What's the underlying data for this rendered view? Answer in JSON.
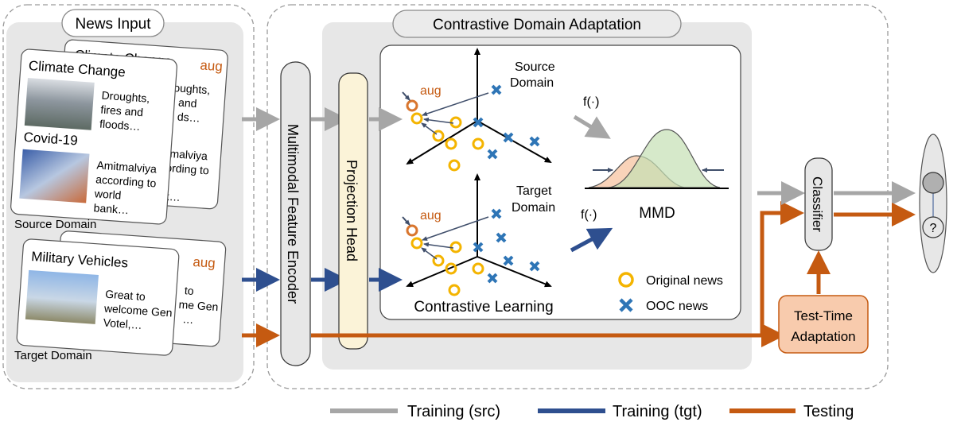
{
  "news_input": {
    "title": "News Input",
    "source_domain_label": "Source Domain",
    "target_domain_label": "Target Domain",
    "cards": {
      "climate_back_title": "Climate Change",
      "climate_back_tag": "aug",
      "climate_back_lines": [
        "oughts,",
        "and",
        "ds…"
      ],
      "climate_front_title": "Climate Change",
      "climate_front_lines": [
        "Droughts,",
        "fires and",
        "floods…"
      ],
      "covid_title": "Covid-19",
      "covid_lines": [
        "Amitmalviya",
        "according to",
        "world",
        "bank…"
      ],
      "covid_back_lines": [
        "tmalviya",
        "ording to",
        "",
        "k…"
      ],
      "military_front_title": "Military Vehicles",
      "military_front_lines": [
        "Great to",
        "welcome Gen",
        "Votel,…"
      ],
      "military_back_tag": "aug",
      "military_back_lines": [
        "to",
        "me Gen",
        "…"
      ]
    }
  },
  "encoder_label": "Multimodal Feature Encoder",
  "projection_head_label": "Projection Head",
  "contrastive_domain_adaptation": {
    "title": "Contrastive Domain Adaptation",
    "contrastive_learning_label": "Contrastive Learning",
    "aug_label_top": "aug",
    "aug_label_bottom": "aug",
    "source_domain_label": [
      "Source",
      "Domain"
    ],
    "target_domain_label": [
      "Target",
      "Domain"
    ],
    "f_label_top": "f(·)",
    "f_label_bottom": "f(·)",
    "mmd_label": "MMD",
    "legend_original": "Original news",
    "legend_ooc": "OOC news"
  },
  "classifier_label": "Classifier",
  "tta_label": [
    "Test-Time",
    "Adaptation"
  ],
  "bottom_legend": {
    "training_src": "Training (src)",
    "training_tgt": "Training (tgt)",
    "testing": "Testing"
  },
  "colors": {
    "src": "#a6a6a6",
    "tgt": "#2e4f8f",
    "test": "#c55a11",
    "original_marker": "#f4b400",
    "ooc_marker": "#2e75b6",
    "aug_marker": "#d9762e",
    "panel_bg": "#e7e7e7",
    "tta_fill": "#f8cbad"
  }
}
